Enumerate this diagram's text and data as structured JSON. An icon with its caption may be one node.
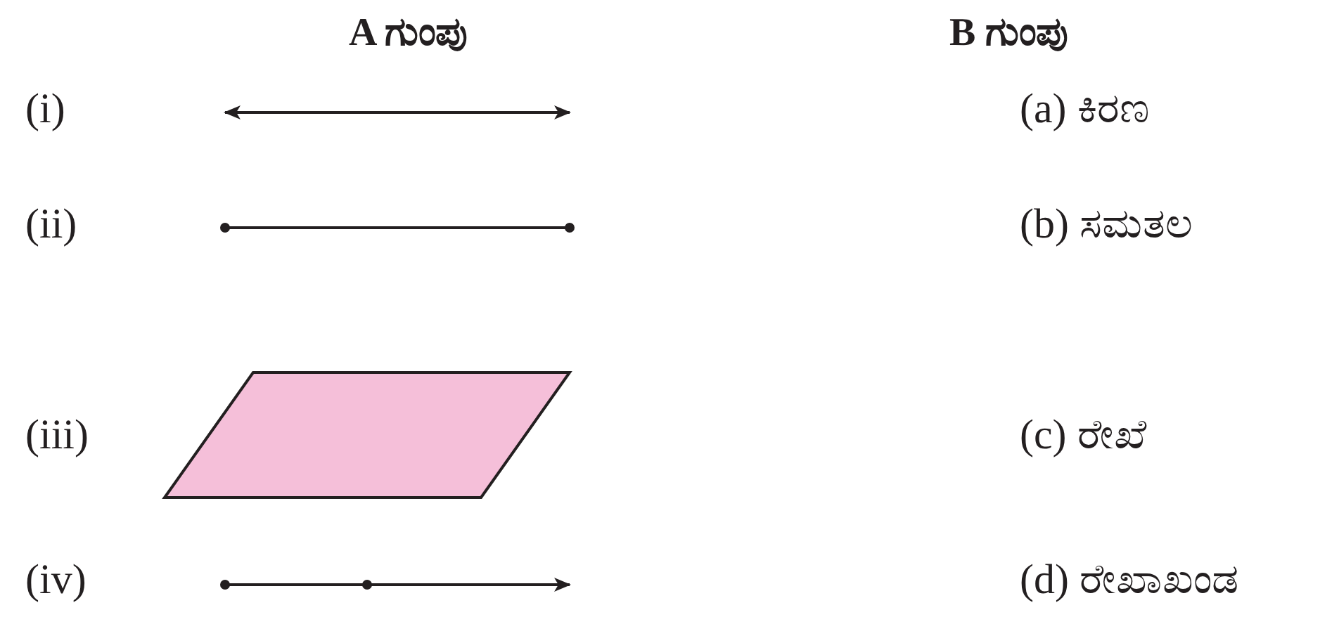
{
  "diagram": {
    "labels": [
      "A ಗುಂಪು",
      "B ಗುಂಪು",
      "(i)",
      "(a) ಕಿರಣ",
      "(ii)",
      "(b) ಸಮತಲ",
      "(iii)",
      "(c) ರೇಖೆ",
      "(iv)",
      "(d) ರೇಖಾಖಂಡ"
    ]
  }
}
